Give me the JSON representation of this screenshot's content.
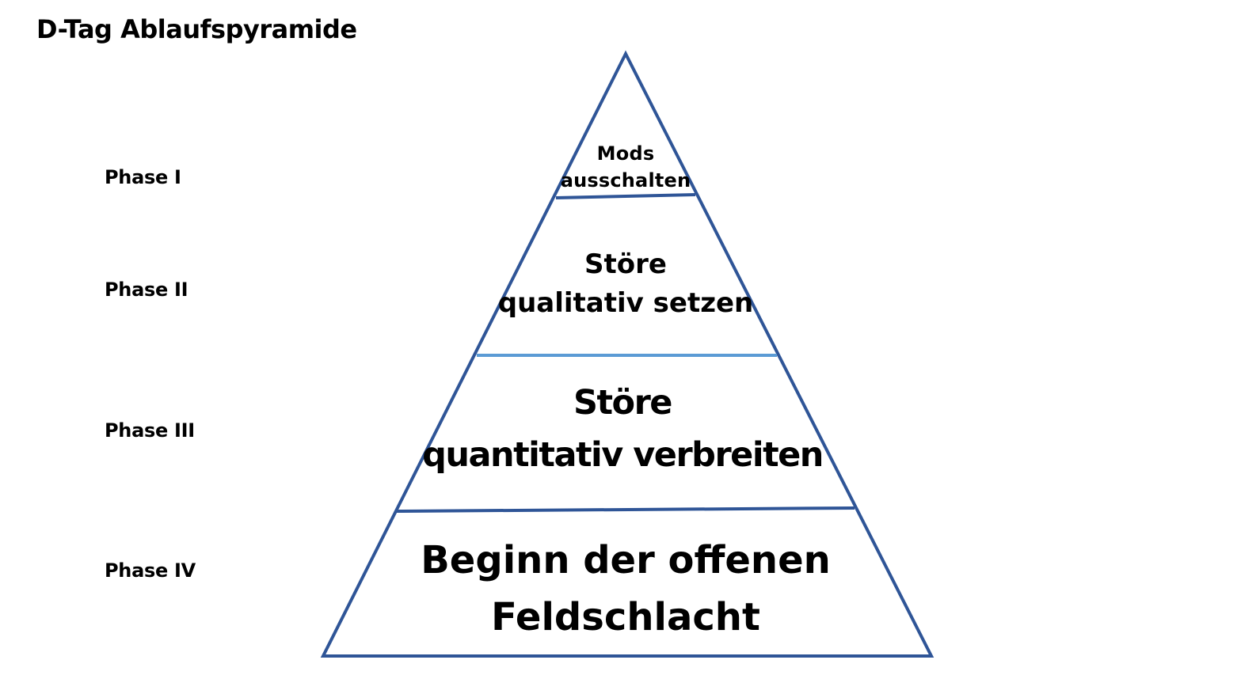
{
  "title": "D-Tag Ablaufspyramide",
  "phases": [
    "Phase I",
    "Phase II",
    "Phase III",
    "Phase IV"
  ],
  "tiers": [
    {
      "line1": "Mods",
      "line2": "ausschalten"
    },
    {
      "line1": "Störe",
      "line2": "qualitativ setzen"
    },
    {
      "line1": "Störe",
      "line2": "quantitativ verbreiten"
    },
    {
      "line1": "Beginn der offenen",
      "line2": "Feldschlacht"
    }
  ],
  "colors": {
    "outline": "#2f5597",
    "divider_highlight": "#5b9bd5",
    "text": "#000000"
  }
}
